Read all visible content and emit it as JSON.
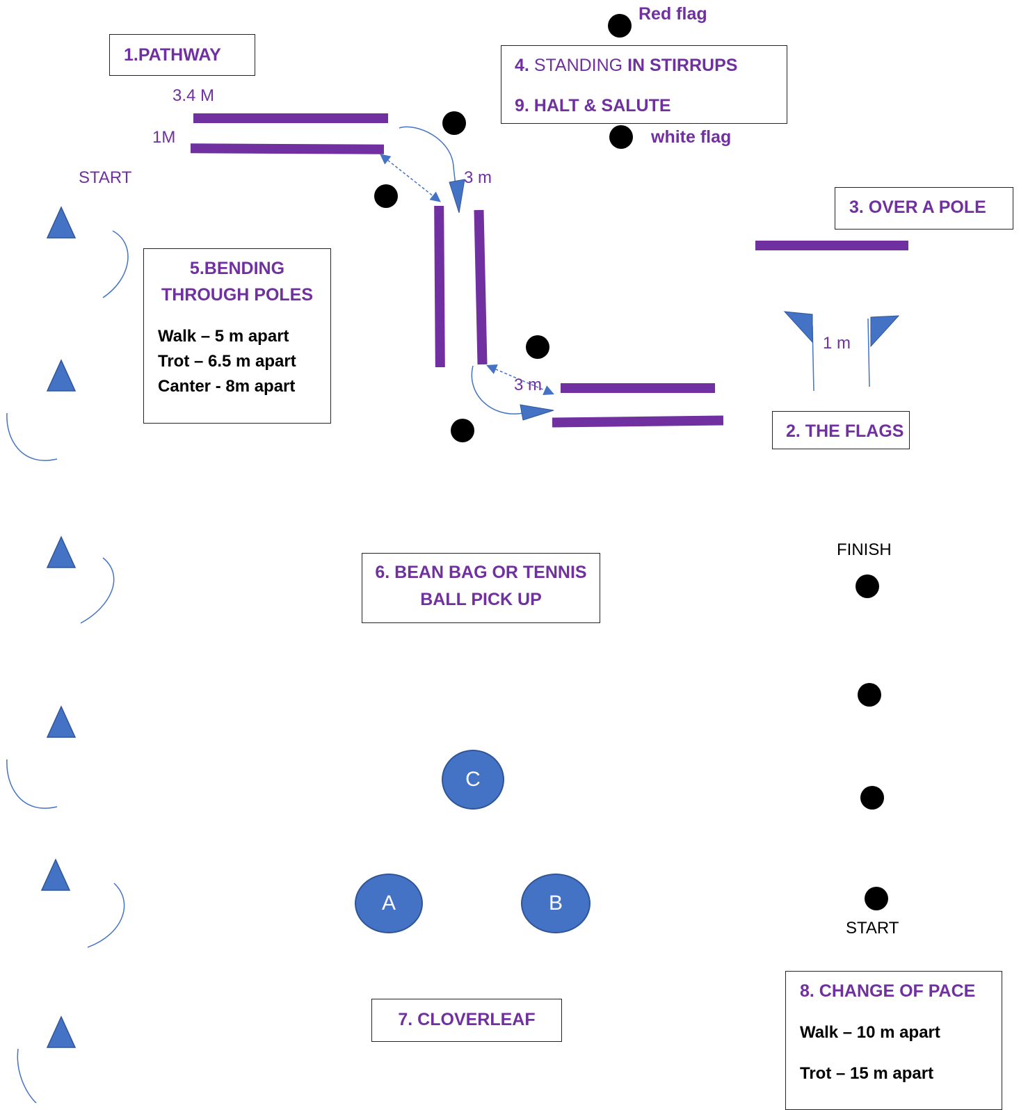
{
  "pathway": {
    "title": "1.PATHWAY",
    "width_label": "3.4 M",
    "gap_label": "1M"
  },
  "start_left": "START",
  "standing": {
    "num": "4.",
    "word1": "STANDING",
    "word2": "IN STIRRUPS",
    "halt": "9. HALT & SALUTE"
  },
  "red_flag": "Red flag",
  "white_flag": "white flag",
  "gap_3m_top": "3 m",
  "gap_3m_bottom": "3 m",
  "over_pole": "3. OVER A POLE",
  "bending": {
    "title_line1": "5.BENDING",
    "title_line2": "THROUGH POLES",
    "walk": "Walk – 5 m apart",
    "trot": "Trot – 6.5 m apart",
    "canter": "Canter - 8m apart"
  },
  "flags": {
    "gap": "1 m",
    "title": "2. THE FLAGS"
  },
  "beanbag": {
    "line1": "6. BEAN BAG OR TENNIS",
    "line2": "BALL PICK UP"
  },
  "finish": "FINISH",
  "start_right": "START",
  "cloverleaf": {
    "title": "7. CLOVERLEAF",
    "barrels": [
      "C",
      "A",
      "B"
    ]
  },
  "change_pace": {
    "title": "8. CHANGE OF PACE",
    "walk": "Walk – 10 m apart",
    "trot": "Trot – 15 m apart"
  },
  "colors": {
    "pole": "#7030a0",
    "text": "#7030a0",
    "cone": "#4472c4",
    "arrow": "#4472c4",
    "marker": "#000000"
  }
}
